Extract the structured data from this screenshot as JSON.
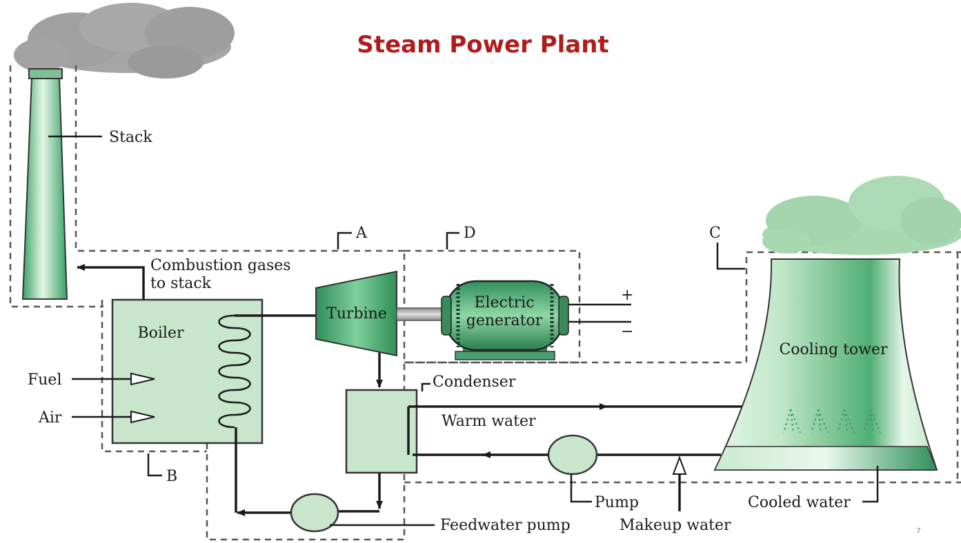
{
  "title": "Steam Power Plant",
  "labels": {
    "stack": "Stack",
    "combustion_line1": "Combustion gases",
    "combustion_line2": "to stack",
    "boiler": "Boiler",
    "fuel": "Fuel",
    "air": "Air",
    "region_a": "A",
    "region_b": "B",
    "region_c": "C",
    "region_d": "D",
    "turbine": "Turbine",
    "generator_line1": "Electric",
    "generator_line2": "generator",
    "plus": "+",
    "minus": "−",
    "condenser": "Condenser",
    "warm_water": "Warm water",
    "cooling_tower": "Cooling tower",
    "pump": "Pump",
    "makeup_water": "Makeup water",
    "cooled_water": "Cooled water",
    "feedwater_pump": "Feedwater pump",
    "page_number": "7"
  },
  "colors": {
    "title": "#b01c1c",
    "equipment_fill": "#c8e6cc",
    "equipment_stroke": "#333333",
    "green_dark": "#3aa066",
    "green_light": "#d9f2de",
    "smoke_gray": "#a0a0a0",
    "steam_green": "#a8d8b0"
  },
  "icons": [
    "smoke-cloud-icon",
    "steam-cloud-icon",
    "inlet-arrow-icon",
    "flow-arrow-icon"
  ]
}
